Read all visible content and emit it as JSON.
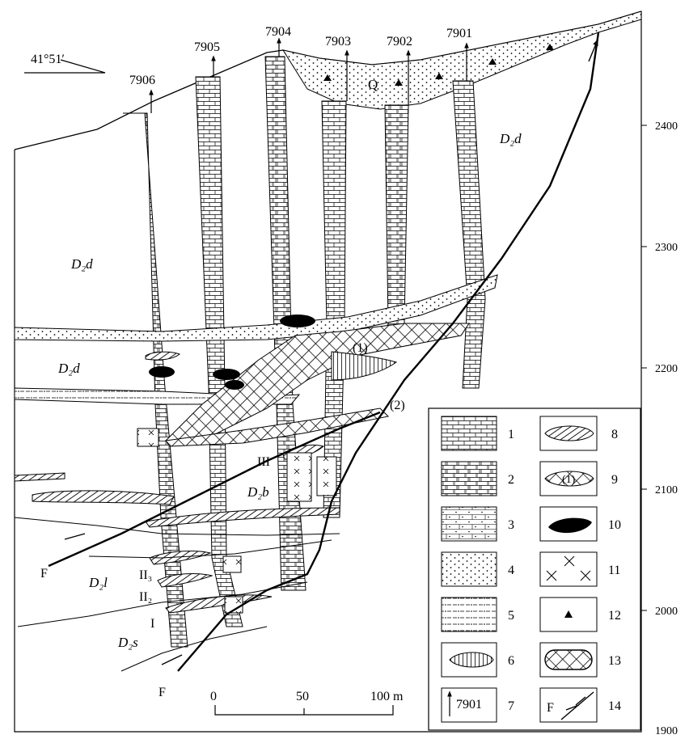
{
  "orientation": {
    "azimuth": "41°51′"
  },
  "drillholes": [
    "7906",
    "7905",
    "7904",
    "7903",
    "7902",
    "7901"
  ],
  "elevations": [
    "2400",
    "2300",
    "2200",
    "2100",
    "2000",
    "1900"
  ],
  "formations": {
    "quaternary": "Q",
    "d2d_upper_right": "D₂d",
    "d2d_left": "D₂d",
    "d2d_mid": "D₂d",
    "d2b": "D₂b",
    "d2l": "D₂l",
    "d2s": "D₂s"
  },
  "orebodies": {
    "ore1": "(1)",
    "ore2": "(2)",
    "roman_III": "III",
    "roman_II3": "II₃",
    "roman_II2": "II₂",
    "roman_I": "I"
  },
  "faults": {
    "label_upper": "F",
    "label_lower": "F"
  },
  "scale": {
    "tick_0": "0",
    "tick_50": "50",
    "tick_100": "100 m"
  },
  "legend": {
    "items": [
      {
        "n": "1"
      },
      {
        "n": "2"
      },
      {
        "n": "3"
      },
      {
        "n": "4"
      },
      {
        "n": "5"
      },
      {
        "n": "6"
      },
      {
        "n": "7",
        "sample": "7901"
      },
      {
        "n": "8"
      },
      {
        "n": "9",
        "sample": "(1)"
      },
      {
        "n": "10"
      },
      {
        "n": "11"
      },
      {
        "n": "12"
      },
      {
        "n": "13"
      },
      {
        "n": "14",
        "sample": "F"
      }
    ]
  }
}
